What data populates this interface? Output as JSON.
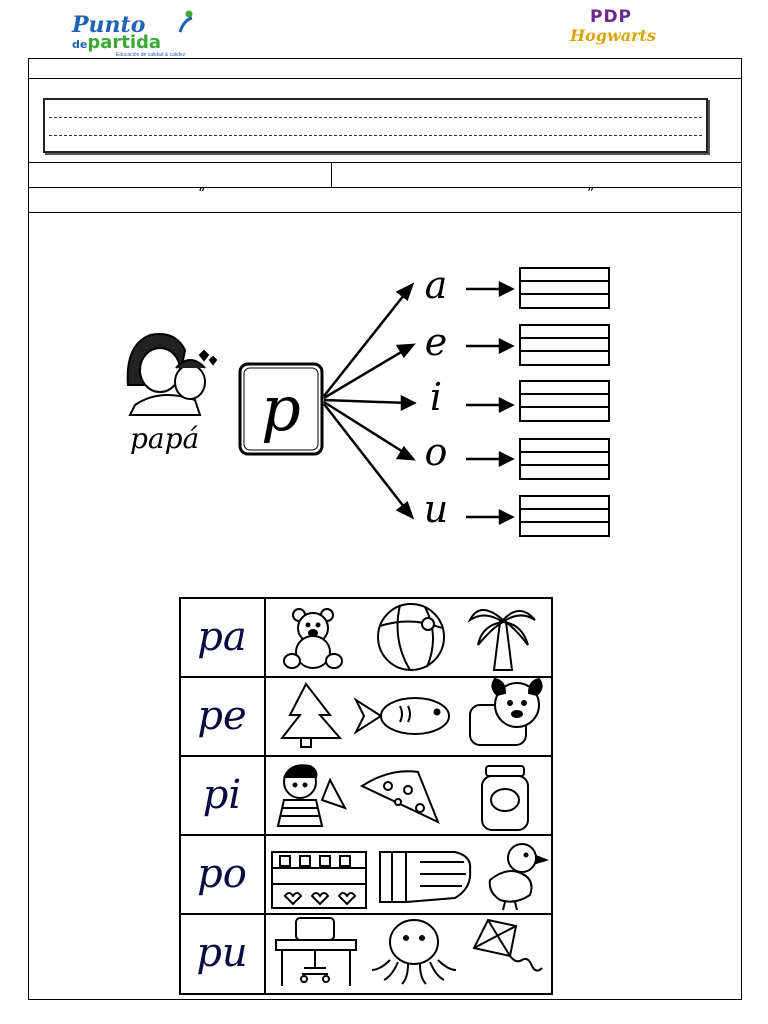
{
  "header": {
    "logo_left": {
      "line1": "Punto",
      "line2_a": "de",
      "line2_b": "partida",
      "tagline": "Educación de calidad & calidez"
    },
    "logo_right": {
      "line1": "PDP",
      "line2": "Hogwarts"
    }
  },
  "form": {
    "open_quote": "“",
    "close_quote": "”"
  },
  "activity1": {
    "picture_label": "papá",
    "consonant": "p",
    "vowels": [
      "a",
      "e",
      "i",
      "o",
      "u"
    ]
  },
  "activity2": {
    "syllables": [
      "pa",
      "pe",
      "pi",
      "po",
      "pu"
    ],
    "pictures": [
      [
        "teddy-bear",
        "beach-ball",
        "palm-tree"
      ],
      [
        "pine-tree",
        "fish",
        "dog"
      ],
      [
        "boy-with-paper-plane",
        "pizza-slice",
        "jar"
      ],
      [
        "cake-shop",
        "fist",
        "chick"
      ],
      [
        "desk",
        "octopus",
        "kite"
      ]
    ]
  },
  "colors": {
    "logo_blue": "#1f63b6",
    "logo_green": "#3aaa35",
    "pdp_purple": "#6a2a8a",
    "hogwarts_gold": "#d9a400"
  }
}
